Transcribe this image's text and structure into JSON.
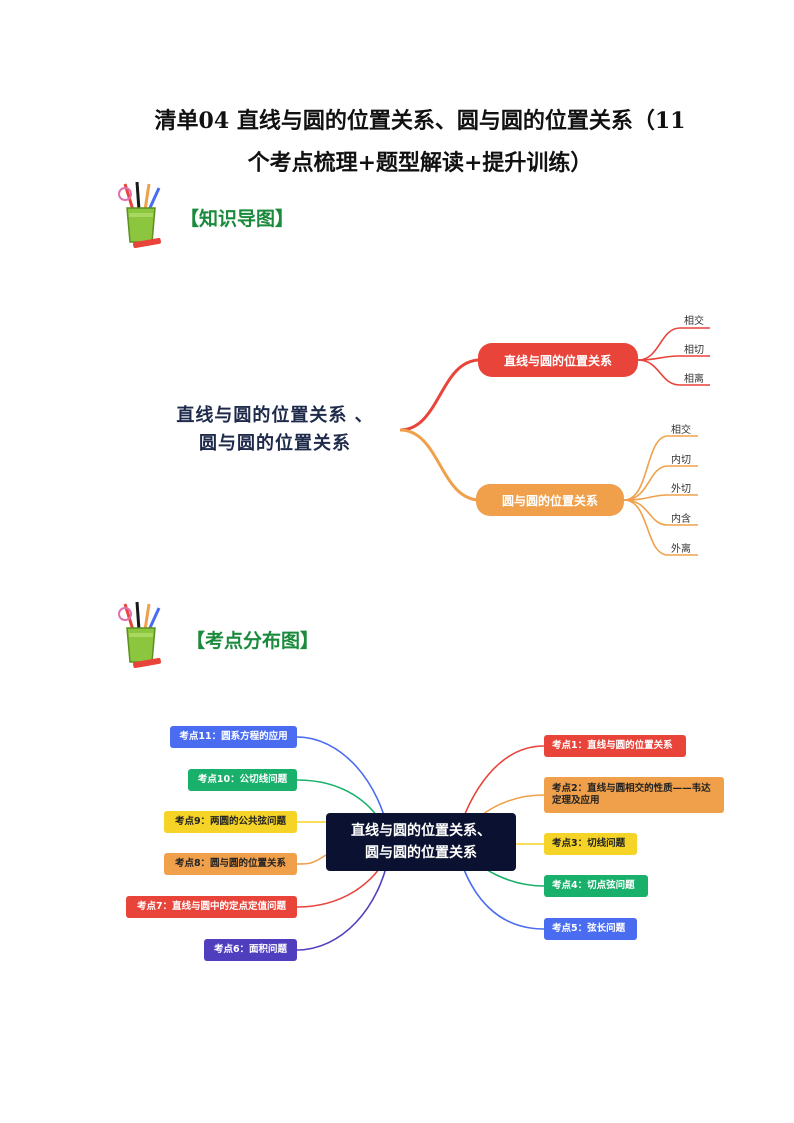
{
  "title": {
    "line1": "清单04  直线与圆的位置关系、圆与圆的位置关系（11",
    "line2": "个考点梳理+题型解读+提升训练）"
  },
  "sections": {
    "knowledge_map": "【知识导图】",
    "topic_map": "【考点分布图】"
  },
  "mindmap1": {
    "root_line1": "直线与圆的位置关系 、",
    "root_line2": "圆与圆的位置关系",
    "branch1": {
      "label": "直线与圆的位置关系",
      "color": "#e8443a",
      "leaves": [
        "相交",
        "相切",
        "相离"
      ]
    },
    "branch2": {
      "label": "圆与圆的位置关系",
      "color": "#f0a04b",
      "leaves": [
        "相交",
        "内切",
        "外切",
        "内含",
        "外离"
      ]
    }
  },
  "mindmap2": {
    "root_line1": "直线与圆的位置关系、",
    "root_line2": "圆与圆的位置关系",
    "right": [
      {
        "label": "考点1：直线与圆的位置关系",
        "color": "#e8443a"
      },
      {
        "label": "考点2：直线与圆相交的性质——韦达定理及应用",
        "color": "#f0a04b"
      },
      {
        "label": "考点3：切线问题",
        "color": "#f5d327"
      },
      {
        "label": "考点4：切点弦问题",
        "color": "#18b06b"
      },
      {
        "label": "考点5：弦长问题",
        "color": "#4a6cf0"
      }
    ],
    "left": [
      {
        "label": "考点11：圆系方程的应用",
        "color": "#4a6cf0"
      },
      {
        "label": "考点10：公切线问题",
        "color": "#18b06b"
      },
      {
        "label": "考点9：两圆的公共弦问题",
        "color": "#f5d327"
      },
      {
        "label": "考点8：圆与圆的位置关系",
        "color": "#f0a04b"
      },
      {
        "label": "考点7：直线与圆中的定点定值问题",
        "color": "#e8443a"
      },
      {
        "label": "考点6：面积问题",
        "color": "#4f3fbf"
      }
    ]
  }
}
